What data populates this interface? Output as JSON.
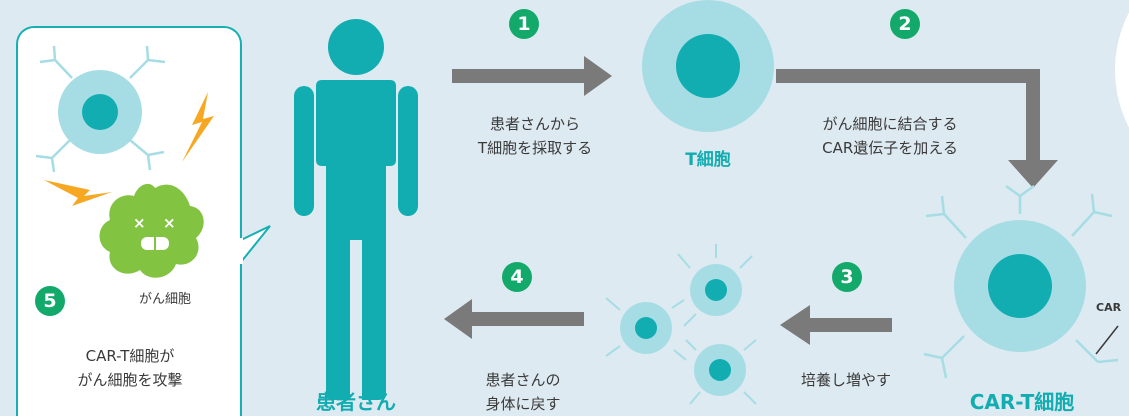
{
  "steps": [
    {
      "num": "1",
      "caption_line1": "患者さんから",
      "caption_line2": "T細胞を採取する"
    },
    {
      "num": "2",
      "caption_line1": "がん細胞に結合する",
      "caption_line2": "CAR遺伝子を加える"
    },
    {
      "num": "3",
      "caption_line1": "培養し増やす"
    },
    {
      "num": "4",
      "caption_line1": "患者さんの",
      "caption_line2": "身体に戻す"
    },
    {
      "num": "5",
      "caption_line1": "CAR-T細胞が",
      "caption_line2": "がん細胞を攻撃"
    }
  ],
  "labels": {
    "patient": "患者さん",
    "t_cell": "T細胞",
    "car_t_cell": "CAR-T細胞",
    "cancer_cell": "がん細胞",
    "car_partial": "CAR"
  },
  "colors": {
    "teal": "#12adb1",
    "light_cyan": "#a6dde5",
    "green_num": "#13a96a",
    "cancer_green": "#82c341",
    "lightning": "#f7a823",
    "arrow_gray": "#7a7a7a",
    "background": "#deeaf1"
  }
}
